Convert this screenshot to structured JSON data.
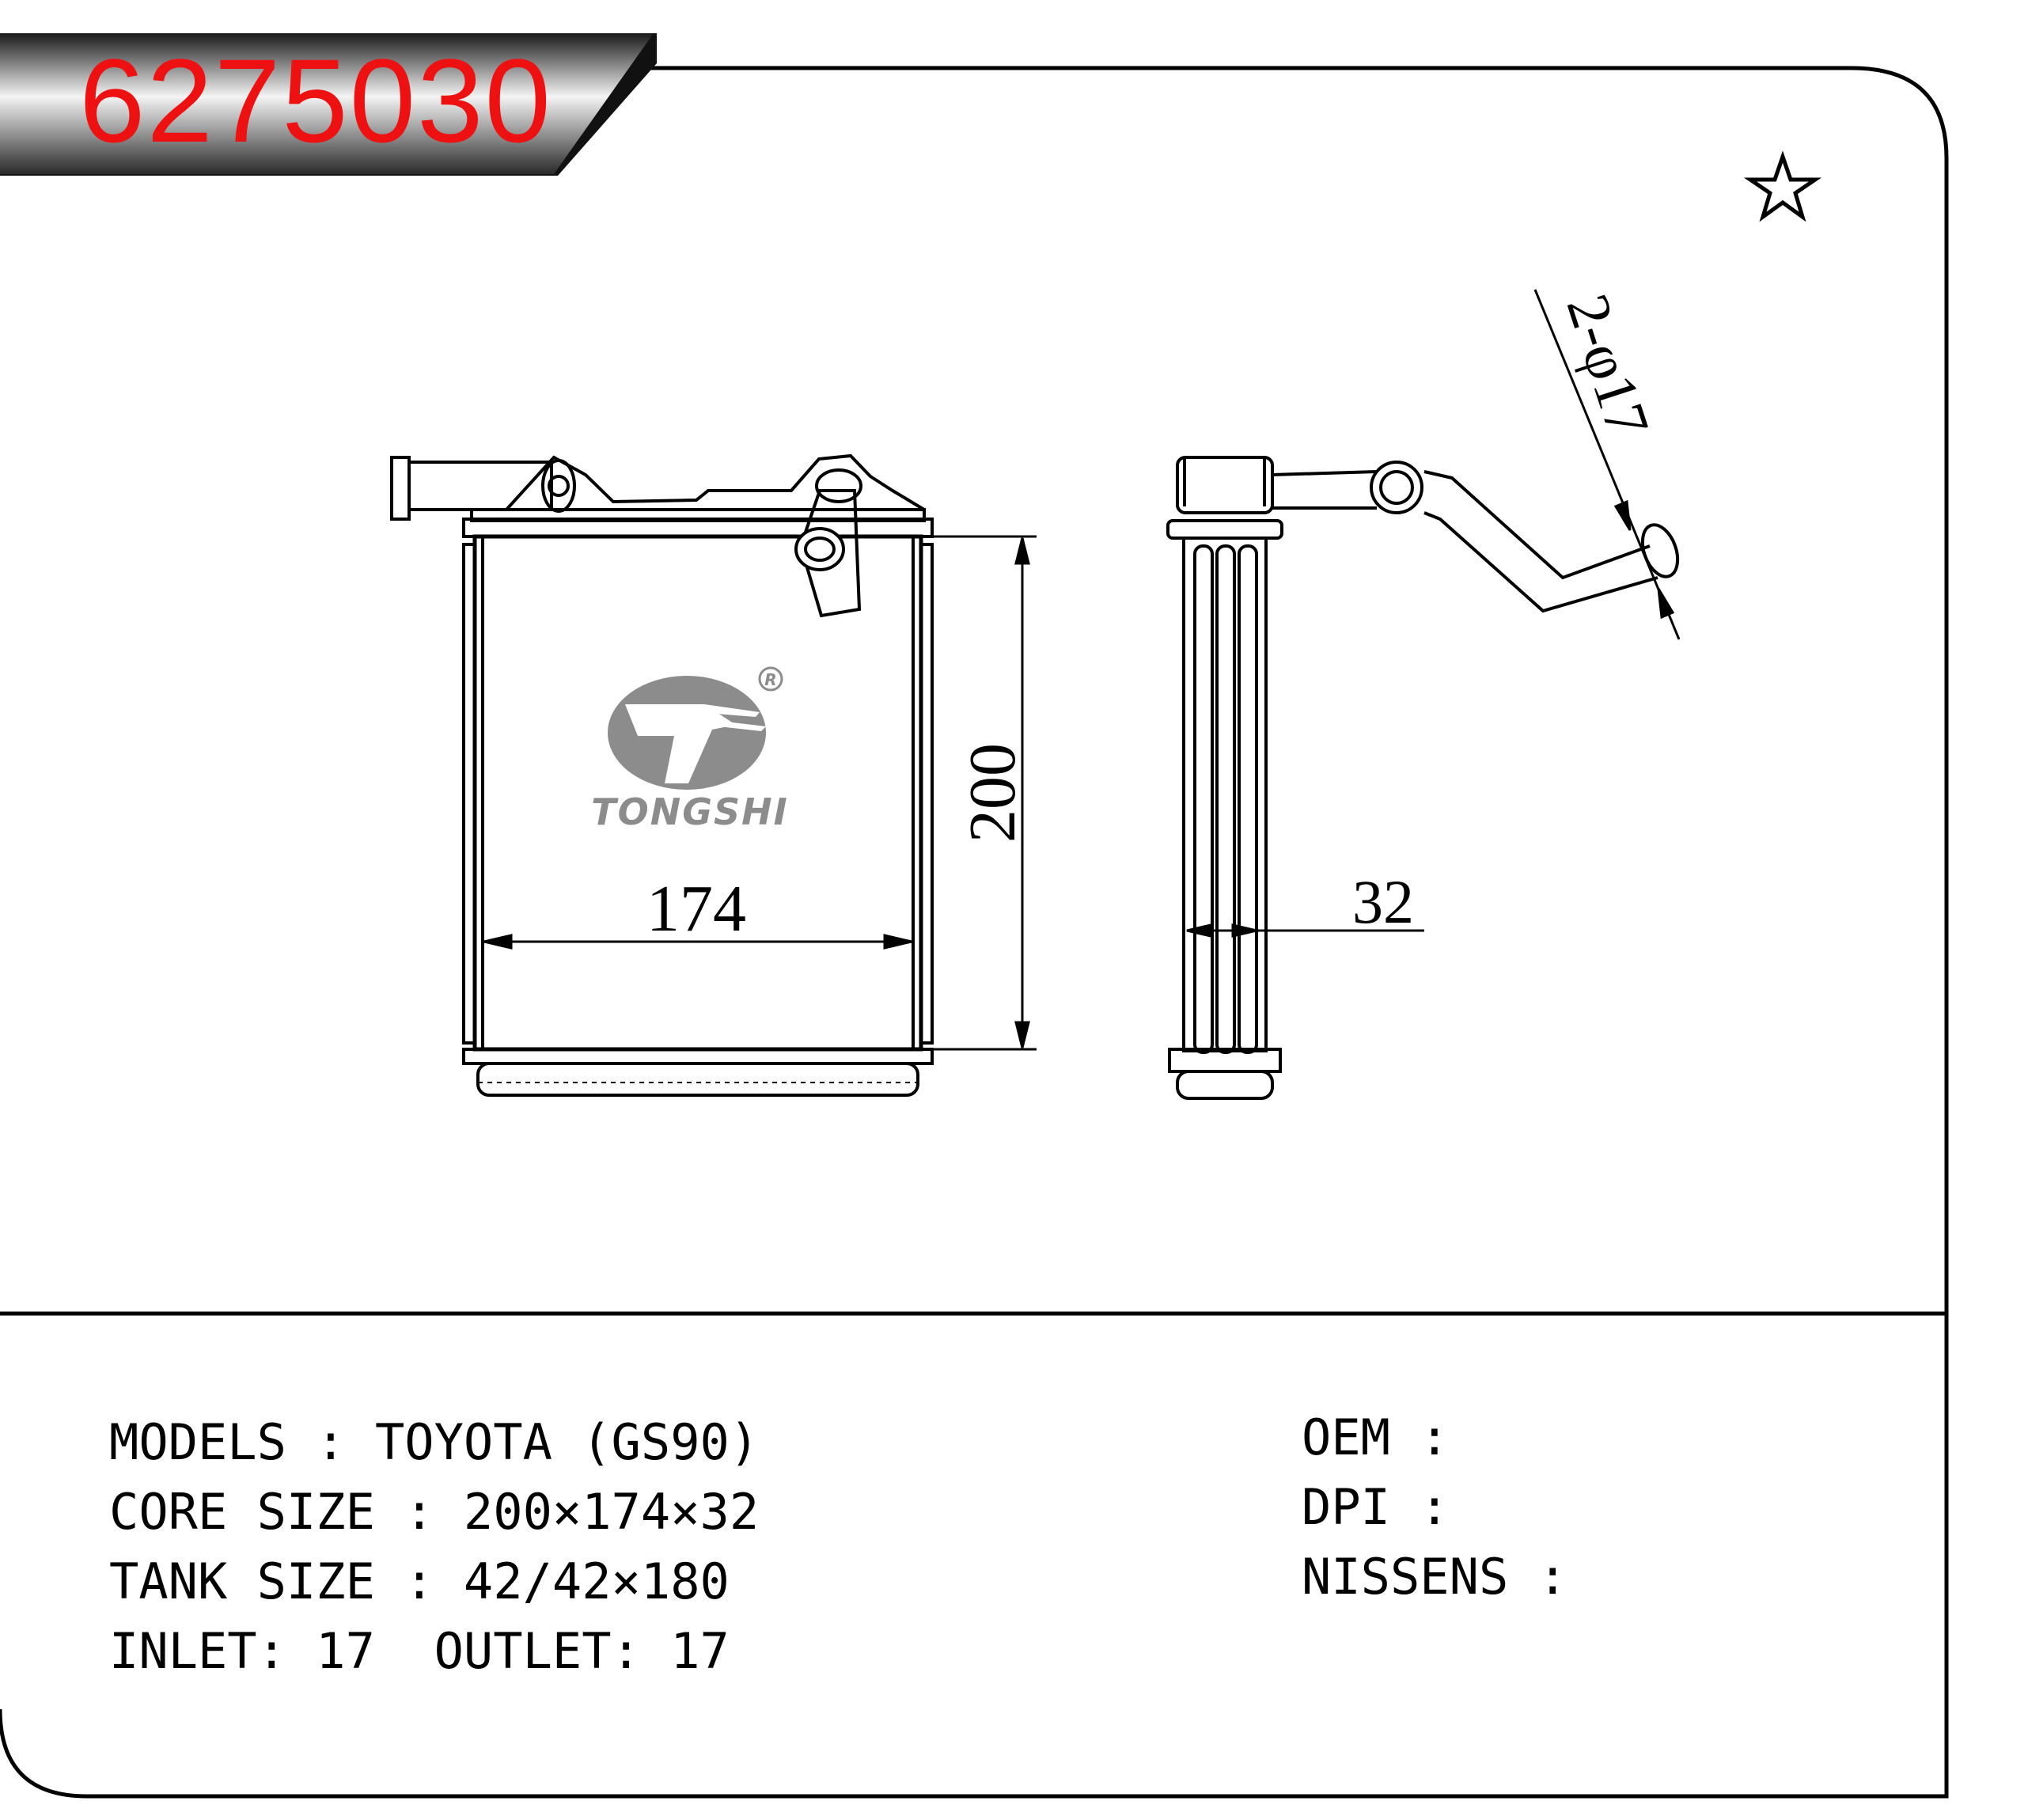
{
  "header": {
    "part_number": "6275030"
  },
  "drawing": {
    "dimensions": {
      "height": "200",
      "width": "174",
      "thickness": "32",
      "pipes": "2-φ17"
    },
    "logo": {
      "brand": "TONGSHI",
      "registered_mark": "R"
    },
    "icons": [
      "star-icon"
    ]
  },
  "specs": {
    "models": "MODELS : TOYOTA (GS90)",
    "core_size": "CORE SIZE : 200×174×32",
    "tank_size": "TANK SIZE : 42/42×180",
    "inlet_outlet": "INLET: 17  OUTLET: 17",
    "oem": "OEM :",
    "dpi": "DPI :",
    "nissens": "NISSENS :"
  }
}
